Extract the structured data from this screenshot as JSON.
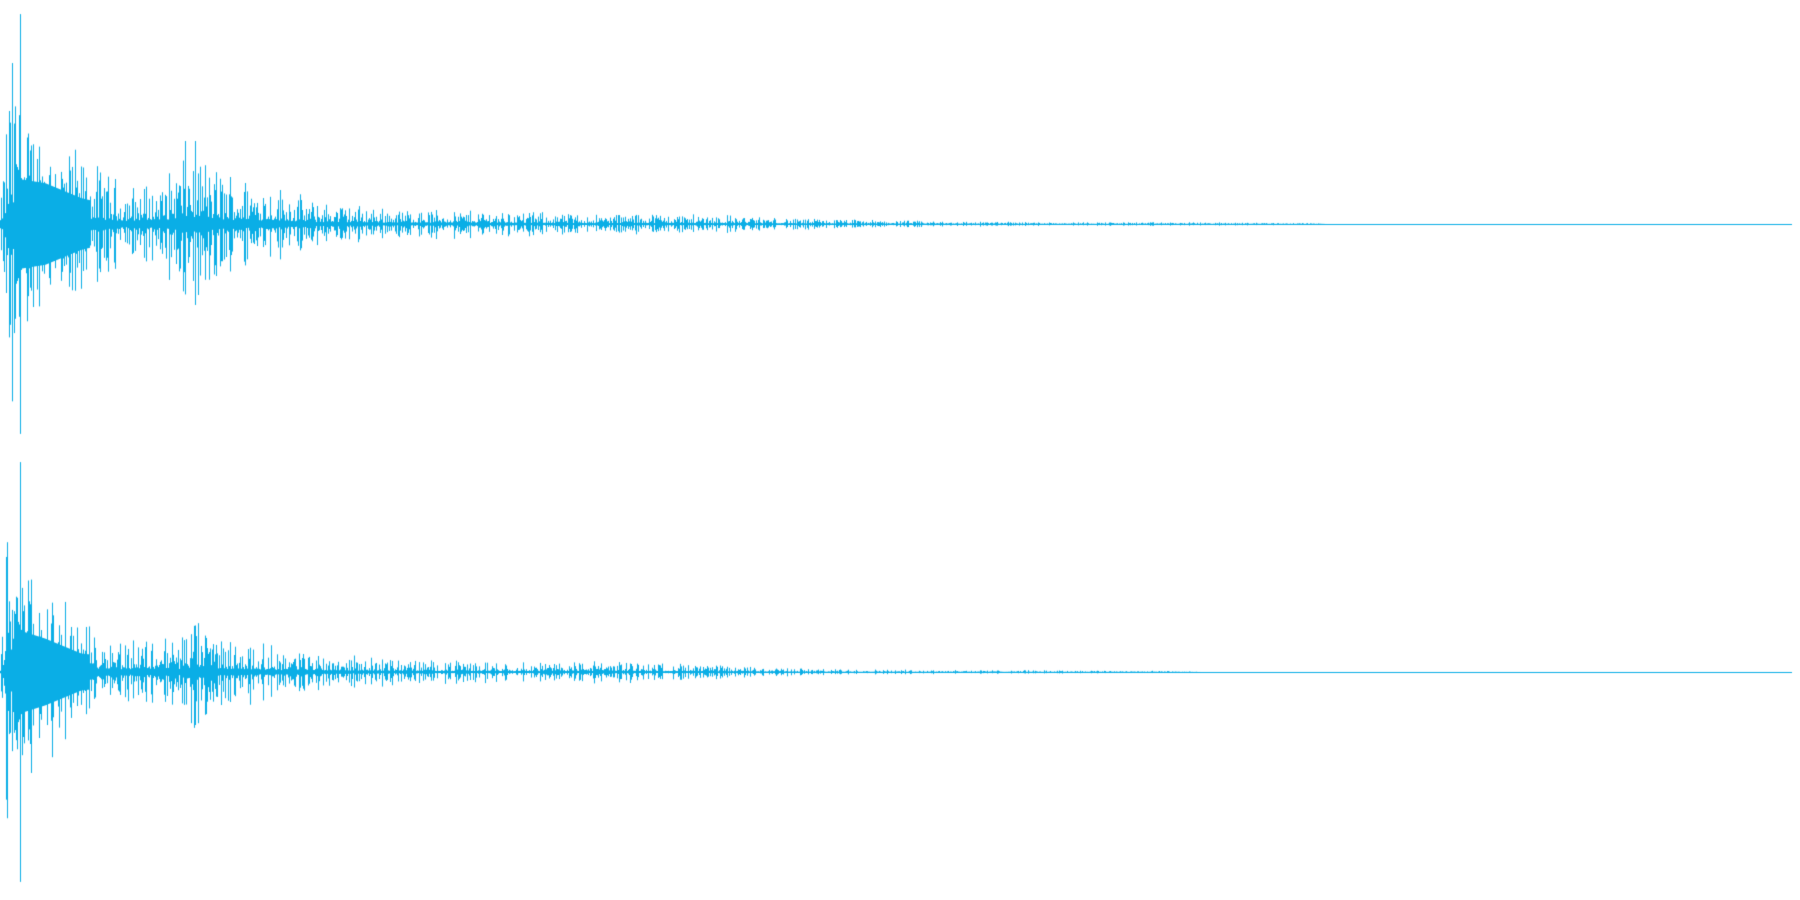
{
  "waveform": {
    "color": "#0aaee6",
    "background": "#ffffff",
    "channels": [
      {
        "name": "channel-1",
        "peak_amplitude": 1.0,
        "envelope": [
          [
            0.0,
            0.05
          ],
          [
            0.006,
            1.0
          ],
          [
            0.012,
            0.6
          ],
          [
            0.025,
            0.55
          ],
          [
            0.045,
            0.35
          ],
          [
            0.07,
            0.2
          ],
          [
            0.09,
            0.22
          ],
          [
            0.105,
            0.45
          ],
          [
            0.12,
            0.3
          ],
          [
            0.15,
            0.22
          ],
          [
            0.175,
            0.12
          ],
          [
            0.22,
            0.08
          ],
          [
            0.28,
            0.07
          ],
          [
            0.33,
            0.05
          ],
          [
            0.36,
            0.06
          ],
          [
            0.4,
            0.05
          ],
          [
            0.44,
            0.03
          ],
          [
            0.52,
            0.015
          ],
          [
            0.6,
            0.01
          ],
          [
            0.7,
            0.008
          ],
          [
            0.735,
            0.004
          ],
          [
            0.74,
            0.0
          ],
          [
            1.0,
            0.0
          ]
        ]
      },
      {
        "name": "channel-2",
        "peak_amplitude": 1.0,
        "envelope": [
          [
            0.0,
            0.05
          ],
          [
            0.005,
            1.0
          ],
          [
            0.012,
            0.55
          ],
          [
            0.025,
            0.45
          ],
          [
            0.045,
            0.25
          ],
          [
            0.07,
            0.18
          ],
          [
            0.1,
            0.2
          ],
          [
            0.108,
            0.3
          ],
          [
            0.125,
            0.18
          ],
          [
            0.16,
            0.12
          ],
          [
            0.2,
            0.08
          ],
          [
            0.24,
            0.06
          ],
          [
            0.3,
            0.05
          ],
          [
            0.34,
            0.06
          ],
          [
            0.4,
            0.035
          ],
          [
            0.46,
            0.015
          ],
          [
            0.54,
            0.01
          ],
          [
            0.62,
            0.008
          ],
          [
            0.665,
            0.004
          ],
          [
            0.67,
            0.0
          ],
          [
            1.0,
            0.0
          ]
        ]
      }
    ]
  }
}
